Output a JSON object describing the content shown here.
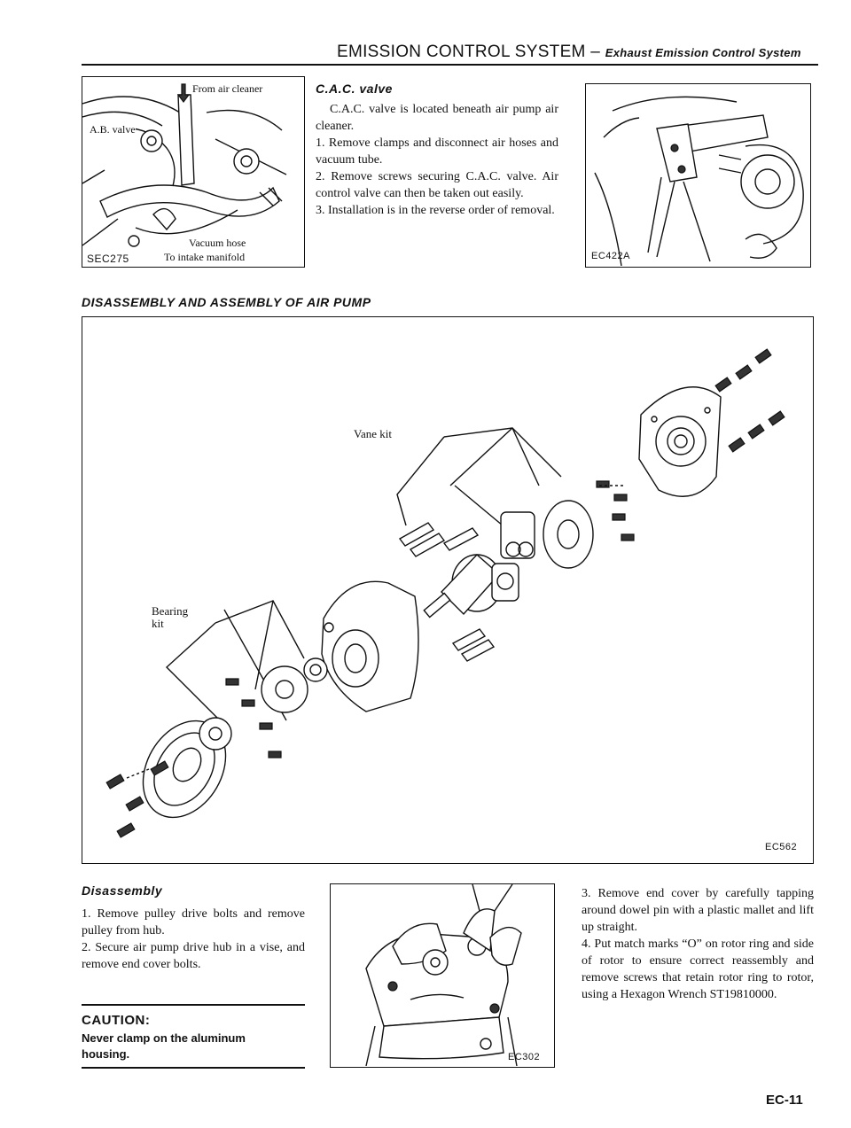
{
  "header": {
    "title": "EMISSION CONTROL SYSTEM",
    "separator": " – ",
    "subtitle": "Exhaust Emission Control System"
  },
  "figure_sec275": {
    "code": "SEC275",
    "labels": {
      "from_air_cleaner": "From air cleaner",
      "ab_valve": "A.B. valve",
      "vacuum_hose": "Vacuum hose",
      "to_intake_manifold": "To intake manifold"
    }
  },
  "cac_valve": {
    "title": "C.A.C. valve",
    "intro": "C.A.C. valve is located beneath air pump air cleaner.",
    "steps": [
      "1.  Remove clamps and disconnect air hoses and vacuum tube.",
      "2.  Remove screws securing C.A.C. valve. Air control valve can then be taken out easily.",
      "3.  Installation is in the reverse order of removal."
    ]
  },
  "figure_ec422a": {
    "code": "EC422A"
  },
  "air_pump": {
    "title": "DISASSEMBLY AND ASSEMBLY OF AIR PUMP",
    "figure_code": "EC562",
    "labels": {
      "vane_kit": "Vane kit",
      "bearing_kit": "Bearing kit"
    }
  },
  "disassembly": {
    "title": "Disassembly",
    "steps_left": [
      "1.  Remove pulley drive bolts and remove pulley from hub.",
      "2.  Secure air pump drive hub in a vise, and remove end cover bolts."
    ],
    "caution_title": "CAUTION:",
    "caution_text": "Never clamp on the aluminum housing.",
    "figure_code": "EC302",
    "steps_right": [
      "3.  Remove end cover by carefully tapping around dowel pin with a plastic mallet and lift up straight.",
      "4.  Put match marks “O” on rotor ring and side of rotor to ensure correct reassembly and remove screws that retain rotor ring to rotor, using a Hexagon Wrench ST19810000."
    ]
  },
  "page_number": "EC-11"
}
